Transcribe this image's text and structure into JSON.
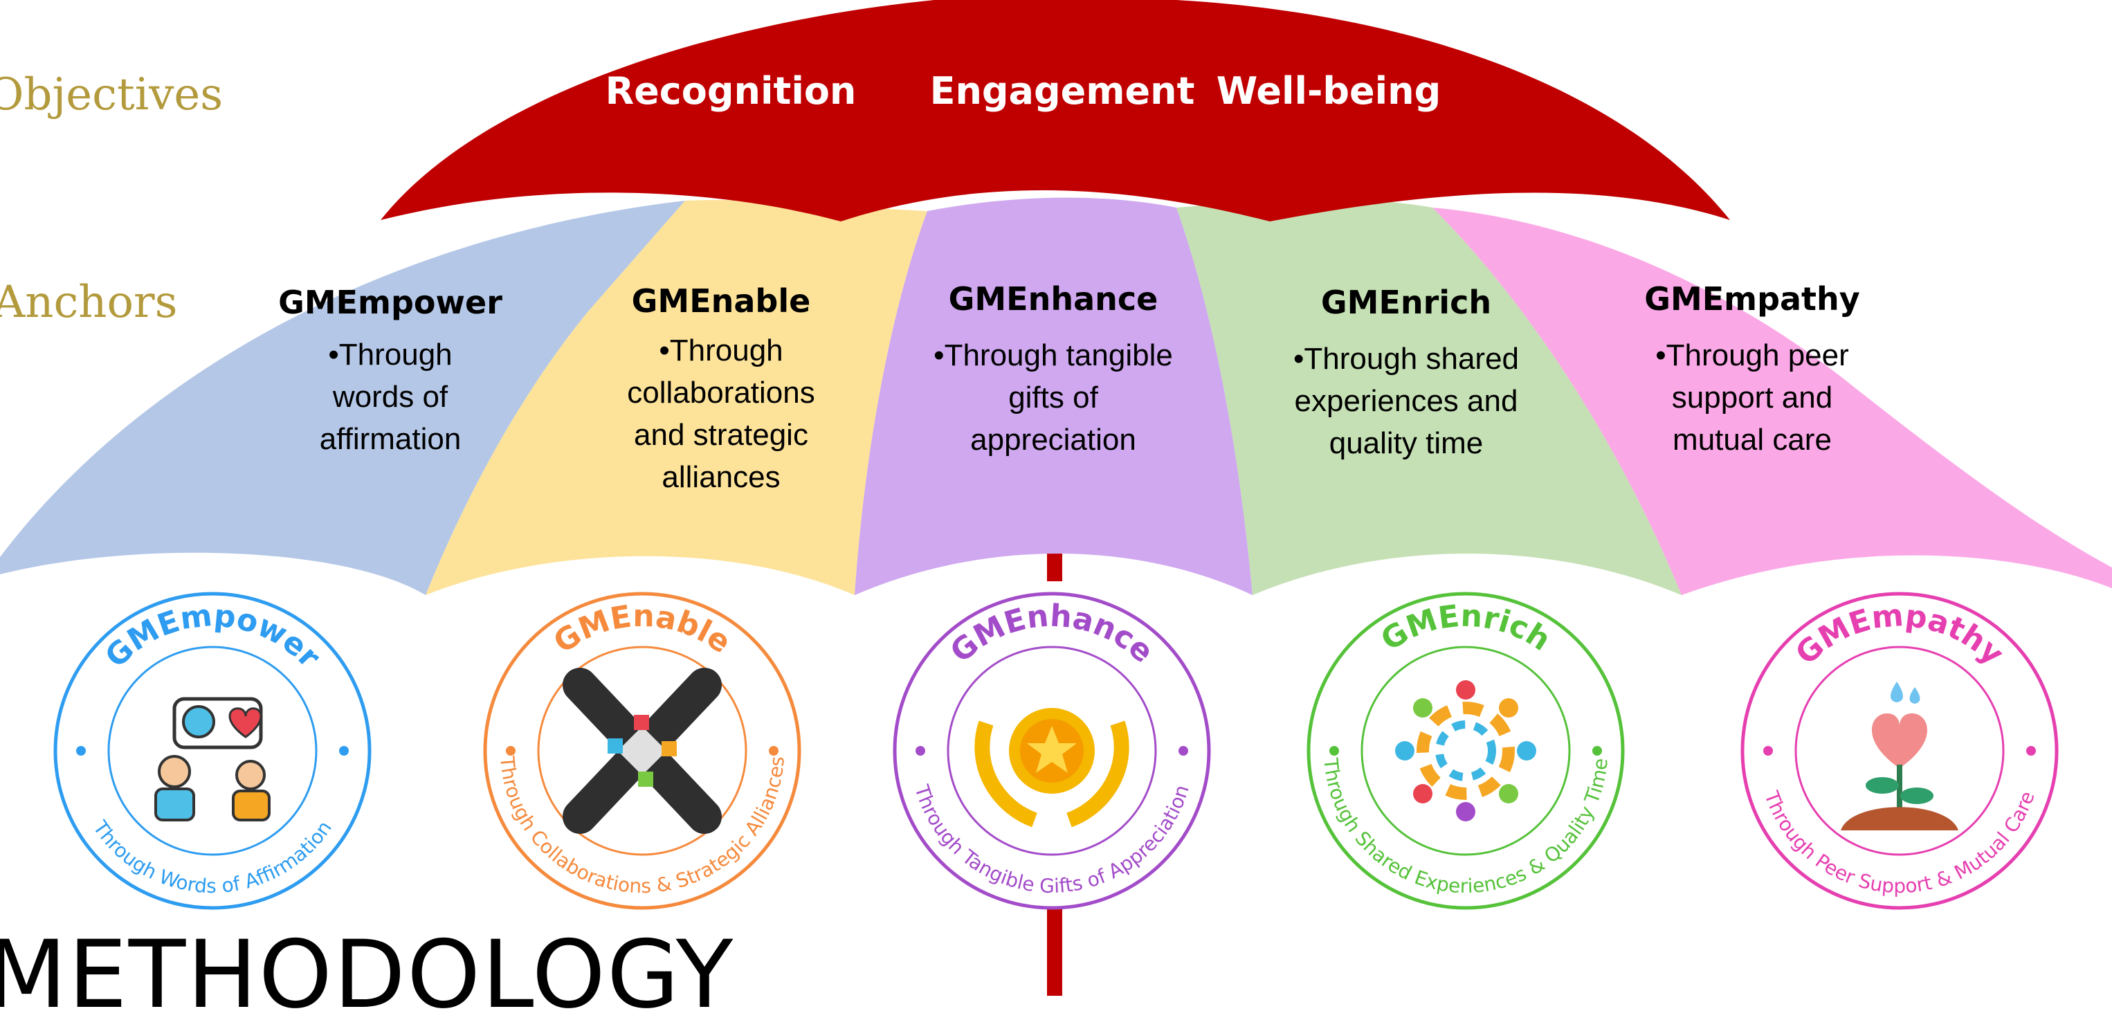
{
  "row_labels": {
    "objectives": "Objectives",
    "anchors": "Anchors"
  },
  "objectives": [
    "Recognition",
    "Engagement",
    "Well-being"
  ],
  "anchors": [
    {
      "name": "GMEmpower",
      "desc": "•Through\nwords of\naffirmation",
      "color": "#b4c7e7"
    },
    {
      "name": "GMEnable",
      "desc": "•Through\ncollaborations\nand strategic\nalliances",
      "color": "#fde39a"
    },
    {
      "name": "GMEnhance",
      "desc": "•Through tangible\ngifts of\nappreciation",
      "color": "#cfa8f0"
    },
    {
      "name": "GMEnrich",
      "desc": "•Through shared\nexperiences and\nquality time",
      "color": "#c5e0b4"
    },
    {
      "name": "GMEmpathy",
      "desc": "•Through peer\nsupport and\nmutual care",
      "color": "#fba8e6"
    }
  ],
  "badges": [
    {
      "title": "GMEmpower",
      "subtitle": "Through Words of Affirmation",
      "color": "#2e9cf0",
      "icon": "people-chat-icon"
    },
    {
      "title": "GMEnable",
      "subtitle": "Through Collaborations & Strategic Alliances",
      "color": "#f58a3d",
      "icon": "puzzle-hands-icon"
    },
    {
      "title": "GMEnhance",
      "subtitle": "Through Tangible Gifts of Appreciation",
      "color": "#a34cc9",
      "icon": "star-medal-icon"
    },
    {
      "title": "GMEnrich",
      "subtitle": "Through Shared Experiences & Quality Time",
      "color": "#55c23a",
      "icon": "people-circle-icon"
    },
    {
      "title": "GMEmpathy",
      "subtitle": "Through Peer Support & Mutual Care",
      "color": "#e63fb0",
      "icon": "heart-plant-icon"
    }
  ],
  "umbrella_color": "#c00000",
  "title": "METHODOLOGY"
}
